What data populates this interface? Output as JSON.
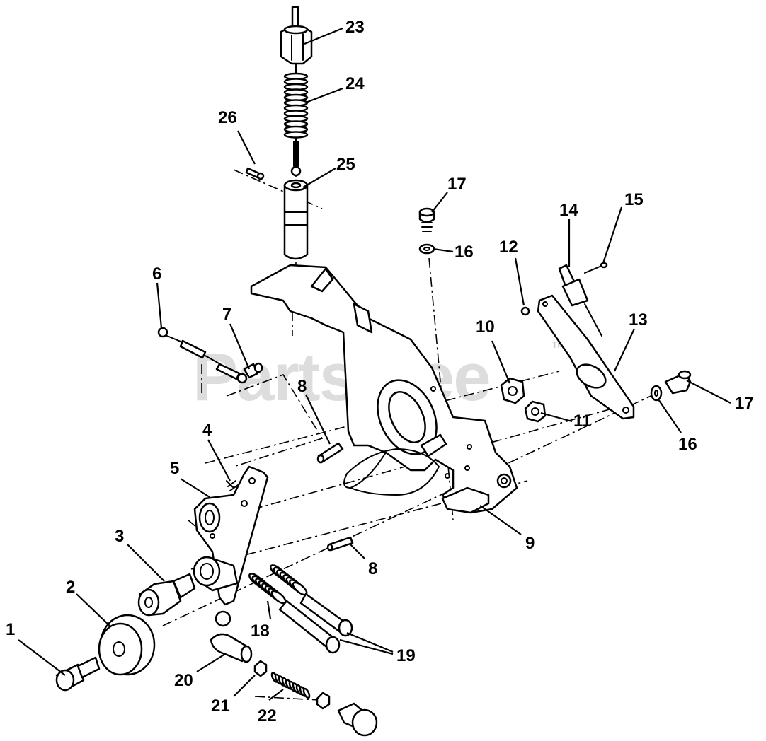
{
  "watermark": {
    "text": "PartsTree",
    "trademark": "TM"
  },
  "callouts": {
    "c1": "1",
    "c2": "2",
    "c3": "3",
    "c4": "4",
    "c5": "5",
    "c6": "6",
    "c7": "7",
    "c8a": "8",
    "c8b": "8",
    "c9": "9",
    "c10": "10",
    "c11": "11",
    "c12": "12",
    "c13": "13",
    "c14": "14",
    "c15": "15",
    "c16a": "16",
    "c16b": "16",
    "c17a": "17",
    "c17b": "17",
    "c18": "18",
    "c19": "19",
    "c20": "20",
    "c21": "21",
    "c22": "22",
    "c23": "23",
    "c24": "24",
    "c25": "25",
    "c26": "26"
  }
}
